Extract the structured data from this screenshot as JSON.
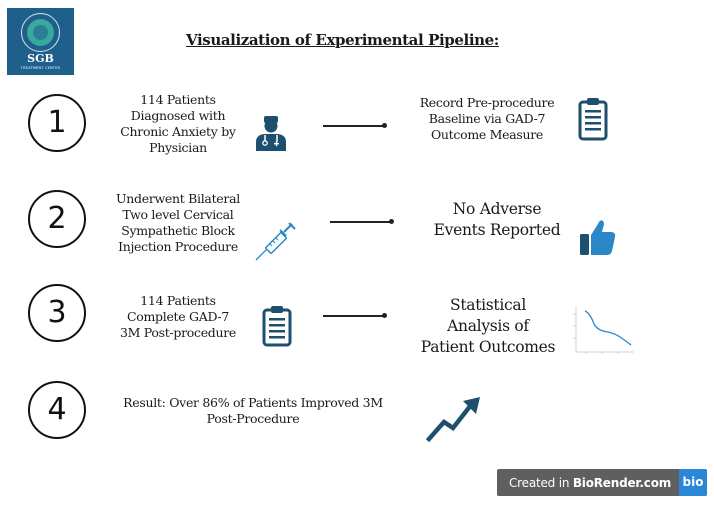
{
  "logo": {
    "text": "SGB",
    "subtext": "TREATMENT CENTER"
  },
  "title": "Visualization of Experimental Pipeline:",
  "steps": [
    {
      "number": "1",
      "left_lines": [
        "114 Patients",
        "Diagnosed with",
        "Chronic Anxiety by",
        "Physician"
      ],
      "left_icon": "doctor-icon",
      "right_lines": [
        "Record Pre-procedure",
        "Baseline via GAD-7",
        "Outcome Measure"
      ],
      "right_icon": "clipboard-icon"
    },
    {
      "number": "2",
      "left_lines": [
        "Underwent Bilateral",
        "Two level Cervical",
        "Sympathetic Block",
        "Injection Procedure"
      ],
      "left_icon": "syringe-icon",
      "right_lines": [
        "No Adverse",
        "Events Reported"
      ],
      "right_icon": "thumbs-up-icon"
    },
    {
      "number": "3",
      "left_lines": [
        "114 Patients",
        "Complete GAD-7",
        "3M Post-procedure"
      ],
      "left_icon": "clipboard-icon",
      "right_lines": [
        "Statistical",
        "Analysis of",
        "Patient Outcomes"
      ],
      "right_icon": "decline-chart-icon"
    },
    {
      "number": "4",
      "result_lines": [
        "Result: Over 86% of Patients Improved 3M",
        "Post-Procedure"
      ],
      "icon": "trend-up-arrow-icon"
    }
  ],
  "badge": {
    "prefix": "Created in ",
    "brand": "BioRender.com",
    "logo": "bio"
  },
  "colors": {
    "logo_bg": "#1f5f8b",
    "icon_navy": "#1d4f6e",
    "icon_blue": "#2a88c9",
    "badge_bg": "#5f5f5f",
    "badge_logo": "#2a86d6"
  }
}
